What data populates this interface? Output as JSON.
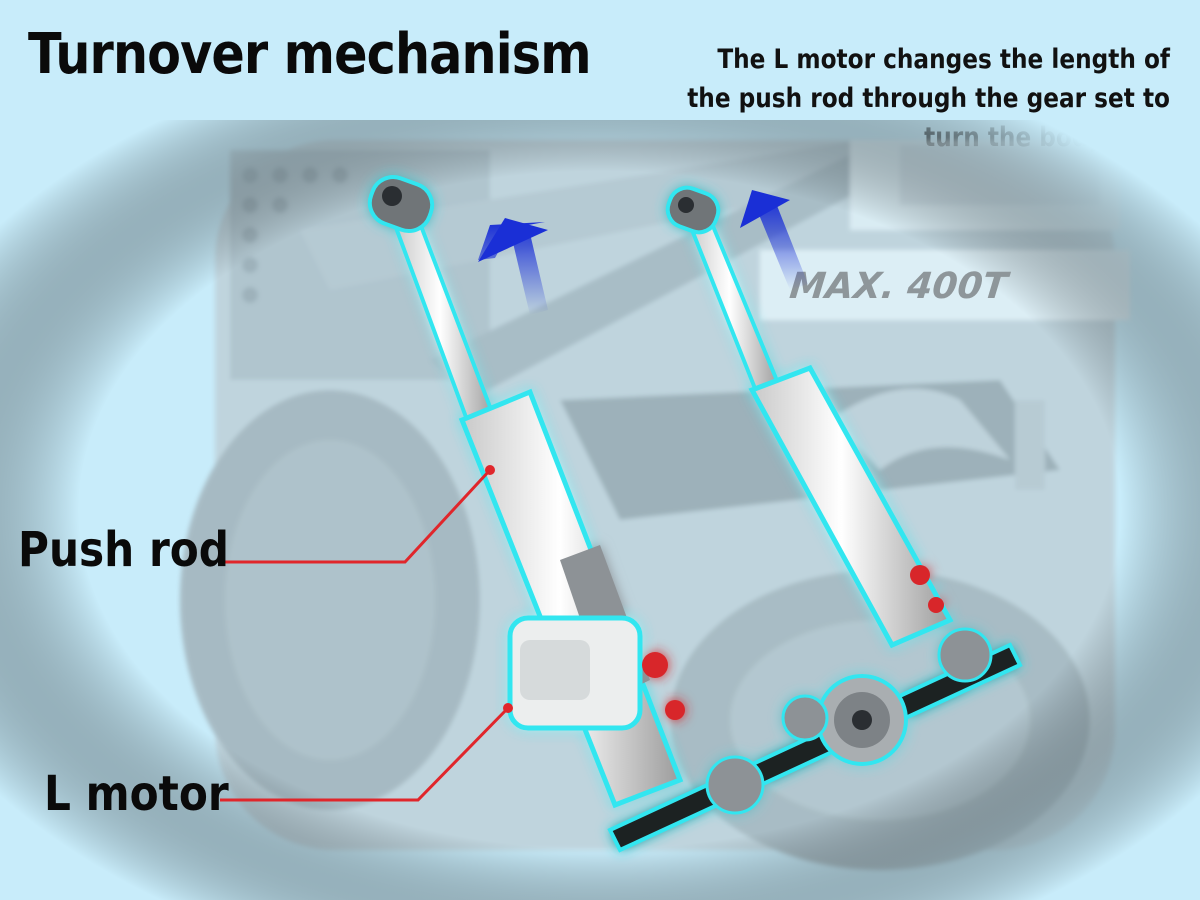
{
  "page": {
    "title": "Turnover mechanism",
    "description": "The L motor changes the length of the push rod through the gear set to turn the body over"
  },
  "scene": {
    "badge_text": "MAX. 400T"
  },
  "callouts": {
    "push_rod": "Push rod",
    "l_motor": "L motor"
  },
  "colors": {
    "background": "#c8ecfa",
    "callout_line": "#e0262b",
    "glow": "#33e6f0",
    "arrow": "#1a2fd6"
  }
}
